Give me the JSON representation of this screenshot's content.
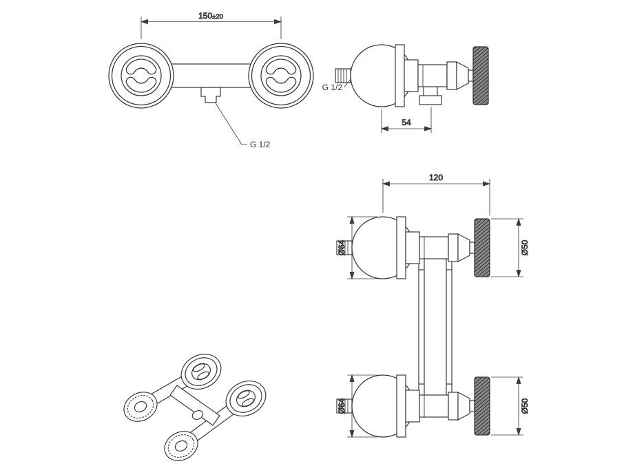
{
  "colors": {
    "line": "#3a3a3a",
    "dimension": "#3a3a3a",
    "knurl_fill": "#8a8a8a",
    "knurl_stripe": "#2c2c2c",
    "background": "#ffffff"
  },
  "front_view": {
    "width_dim": "150",
    "width_tol": "±20",
    "outlet_thread": "G 1/2"
  },
  "side_view": {
    "inlet_thread": "G 1/2",
    "depth_dim": "54"
  },
  "rear_view": {
    "height_dim": "120",
    "flange_dia_top": "Ø64",
    "handle_dia_top": "Ø50",
    "flange_dia_bottom": "Ø64",
    "handle_dia_bottom": "Ø50"
  }
}
